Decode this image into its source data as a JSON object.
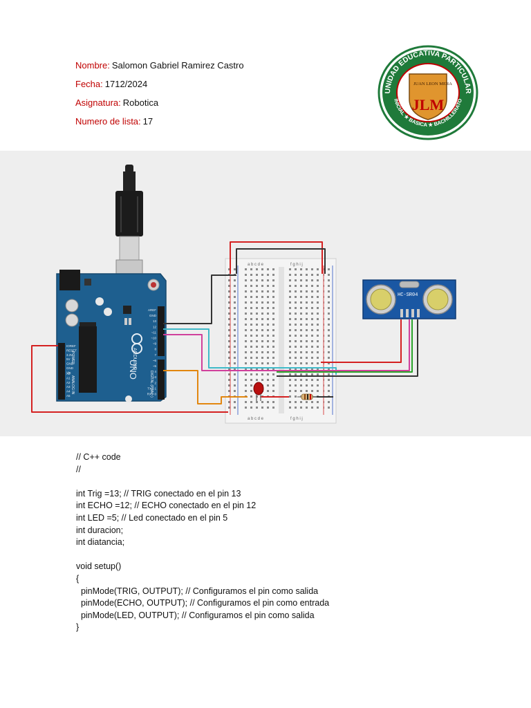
{
  "student": {
    "name_label": "Nombre:",
    "name_value": "Salomon Gabriel Ramirez Castro",
    "date_label": "Fecha:",
    "date_value": "1712/2024",
    "subject_label": "Asignatura:",
    "subject_value": "Robotica",
    "list_label": "Numero de lista:",
    "list_value": "17"
  },
  "logo": {
    "ring_text_top": "UNIDAD EDUCATIVA PARTICULAR",
    "ring_text_bottom": "INICIAL ★ BASICA ★ BACHILLERATO",
    "initials": "JLM",
    "shield_text": "JUAN LEON MERA",
    "ring_color": "#1f7a3a",
    "shield_color": "#e0952e"
  },
  "circuit": {
    "board_brand": "ARDUINO",
    "board_model": "UNO",
    "sensor_label": "HC-SR04",
    "breadboard_cols_left": "a b c d e",
    "breadboard_cols_right": "f g h i j",
    "header_labels": [
      "AREF",
      "GND",
      "13",
      "12",
      "~11",
      "~10",
      "~9",
      "8",
      "7",
      "~6",
      "~5",
      "4",
      "~3",
      "2",
      "TX→1",
      "RX←0"
    ],
    "power_labels": [
      "IOREF",
      "RESET",
      "3.3V",
      "5V",
      "GND",
      "GND",
      "Vin"
    ],
    "analog_labels": [
      "A0",
      "A1",
      "A2",
      "A3",
      "A4",
      "A5"
    ],
    "board_side_text": [
      "DIGITAL (PWM~)",
      "POWER",
      "ANALOG IN"
    ],
    "colors": {
      "board": "#1e5f8f",
      "wire_red": "#d42020",
      "wire_black": "#333333",
      "wire_cyan": "#3fb9c8",
      "wire_magenta": "#d0409c",
      "wire_orange": "#e2860e",
      "wire_green": "#2aa42a",
      "wire_purple": "#8a3fb0",
      "sensor": "#1a57a3"
    }
  },
  "code": {
    "lines": [
      "// C++ code",
      "//",
      "",
      "int Trig =13; // TRIG conectado en el pin 13",
      "int ECHO =12; // ECHO conectado en el pin 12",
      "int LED =5; // Led conectado en el pin 5",
      "int duracion;",
      "int diatancia;",
      "",
      "void setup()",
      "{",
      "  pinMode(TRIG, OUTPUT); // Configuramos el pin como salida",
      "  pinMode(ECHO, OUTPUT); // Configuramos el pin como entrada",
      "  pinMode(LED, OUTPUT); // Configuramos el pin como salida",
      "}"
    ]
  }
}
